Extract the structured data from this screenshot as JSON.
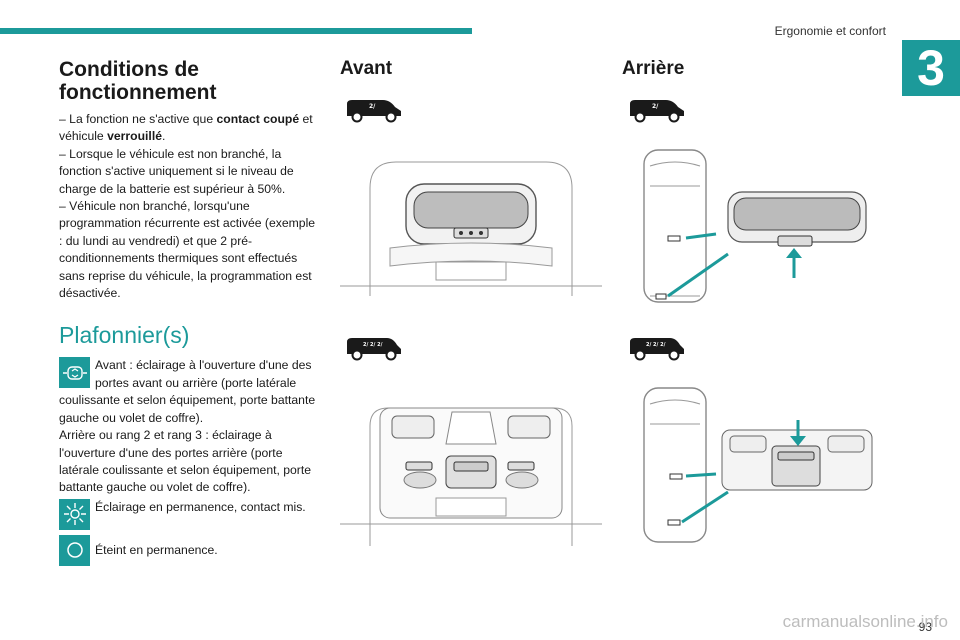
{
  "header": {
    "chapter_title": "Ergonomie et confort",
    "chapter_number": "3",
    "accent_color": "#1c9a9a"
  },
  "conditions": {
    "title": "Conditions de fonctionnement",
    "p1_pre": "– La fonction ne s'active que ",
    "p1_bold1": "contact coupé",
    "p1_mid": " et véhicule ",
    "p1_bold2": "verrouillé",
    "p1_end": ".",
    "p2": "– Lorsque le véhicule est non branché, la fonction s'active uniquement si le niveau de charge de la batterie est supérieur à 50%.",
    "p3": "– Véhicule non branché, lorsqu'une programmation récurrente est activée (exemple : du lundi au vendredi) et que 2 pré-conditionnements thermiques sont effectués sans reprise du véhicule, la programmation est désactivée."
  },
  "plafonnier": {
    "title": "Plafonnier(s)",
    "door_text": "Avant : éclairage à l'ouverture d'une des portes avant ou arrière (porte latérale coulissante et selon équipement, porte battante gauche ou volet de coffre).",
    "rear_text": "Arrière ou rang 2 et rang 3 : éclairage à l'ouverture d'une des portes arrière (porte latérale coulissante et selon équipement, porte battante gauche ou volet de coffre).",
    "on_text": "Éclairage en permanence, contact mis.",
    "off_text": "Éteint en permanence.",
    "icons": [
      "door-light-icon",
      "sun-icon",
      "circle-off-icon"
    ]
  },
  "sections": {
    "front": "Avant",
    "rear": "Arrière"
  },
  "footer": {
    "page_number": "93",
    "watermark": "carmanualsonline.info"
  }
}
